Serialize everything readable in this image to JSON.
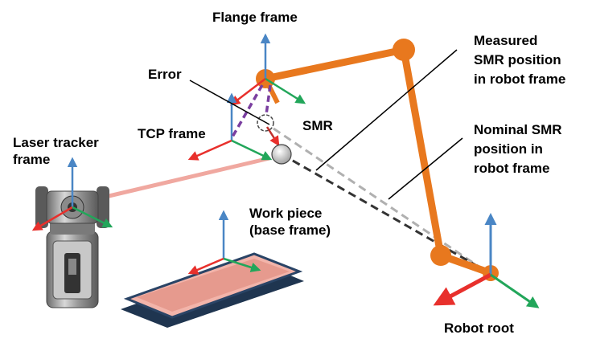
{
  "labels": {
    "flange_frame": "Flange frame",
    "error": "Error",
    "tcp_frame": "TCP frame",
    "smr": "SMR",
    "laser_tracker_frame_line1": "Laser tracker",
    "laser_tracker_frame_line2": "frame",
    "measured_line1": "Measured",
    "measured_line2": "SMR position",
    "measured_line3": "in robot frame",
    "nominal_line1": "Nominal SMR",
    "nominal_line2": "position in",
    "nominal_line3": "robot frame",
    "work_piece_line1": "Work piece",
    "work_piece_line2": "(base frame)",
    "robot_root": "Robot root"
  },
  "colors": {
    "robot_arm": "#e8781e",
    "axis_x": "#e8302c",
    "axis_y": "#22a65a",
    "axis_z": "#4a86c5",
    "error_dashed": "#7a3ea0",
    "laser_beam": "#f0a8a0",
    "measured_dashed": "#333333",
    "nominal_dashed": "#b0b0b0",
    "workpiece_fill": "#f2b4aa",
    "workpiece_border": "#1f3550"
  },
  "icons": [
    "laser-tracker-icon",
    "smr-sphere-icon",
    "workpiece-tray-icon",
    "robot-arm-icon"
  ]
}
